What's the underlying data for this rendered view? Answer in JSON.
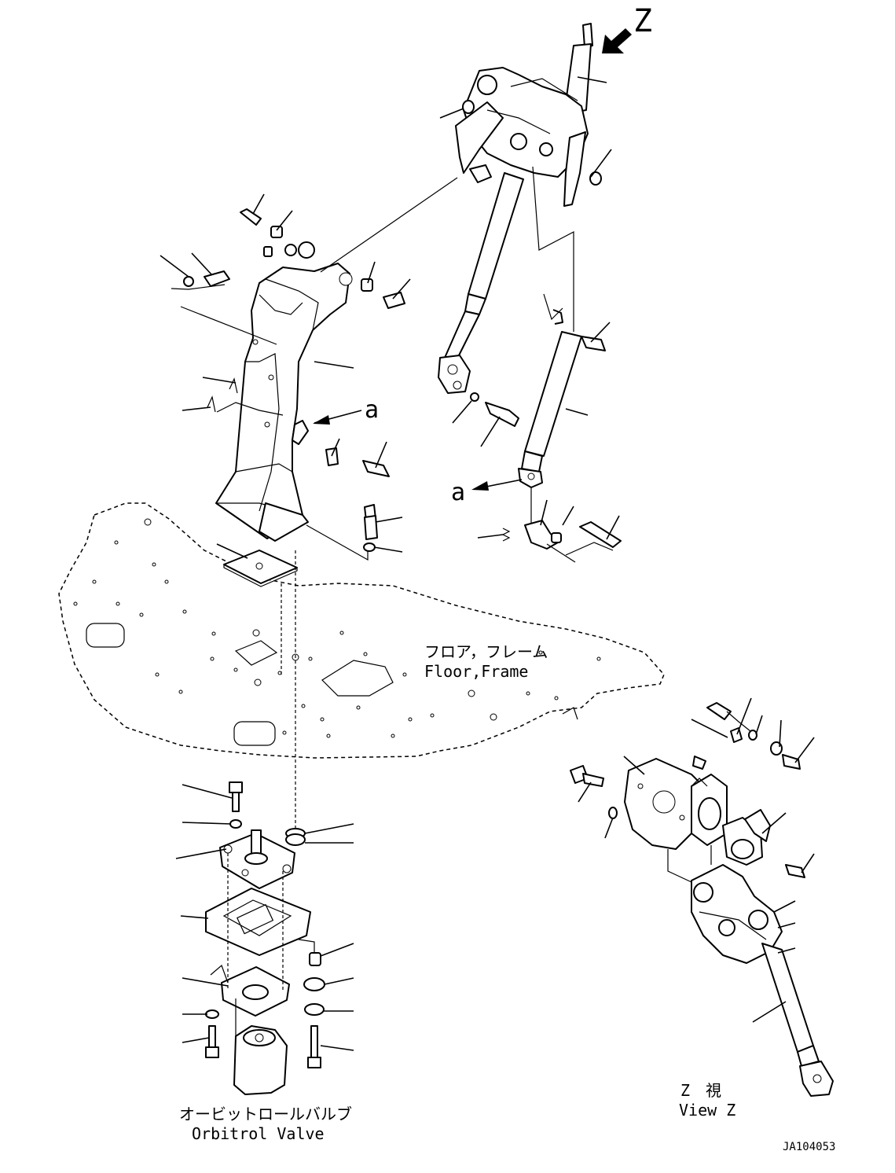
{
  "labels": {
    "view_arrow": "Z",
    "ref_a_column": "a",
    "ref_a_shaft": "a",
    "floor_jp": "フロア，フレーム",
    "floor_en": "Floor,Frame",
    "valve_jp": "オービットロールバルブ",
    "valve_en": "Orbitrol Valve",
    "view_jp": "Z　視",
    "view_en": "View Z",
    "drawing_no": "JA104053"
  }
}
